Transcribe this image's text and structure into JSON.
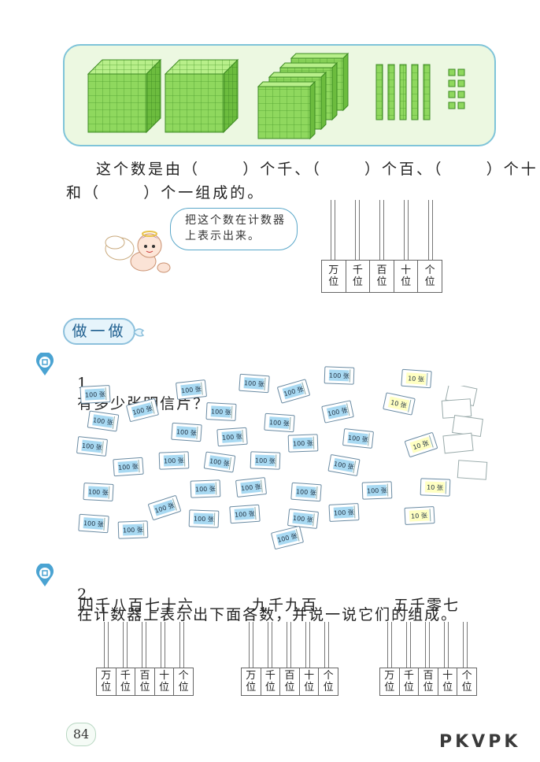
{
  "intro": {
    "sentence_line1": "这个数是由（      ）个千、（      ）个百、（      ）个十",
    "sentence_line2": "和（      ）个一组成的。"
  },
  "bubble": {
    "text": "把这个数在计数器上表示出来。"
  },
  "counter": {
    "places": [
      {
        "top": "万",
        "bottom": "位"
      },
      {
        "top": "千",
        "bottom": "位"
      },
      {
        "top": "百",
        "bottom": "位"
      },
      {
        "top": "十",
        "bottom": "位"
      },
      {
        "top": "个",
        "bottom": "位"
      }
    ]
  },
  "do_it": {
    "title": "做一做"
  },
  "q1": {
    "number": "1.",
    "text": "有多少张明信片？",
    "bundle_100": "100 张",
    "bundle_10": "10 张"
  },
  "q2": {
    "number": "2.",
    "text": "在计数器上表示出下面各数，并说一说它们的组成。",
    "numbers": [
      "四千八百七十六",
      "九千九百",
      "五千零七"
    ]
  },
  "page_number": "84",
  "watermark": "PKVPK",
  "colors": {
    "cube_green": "#8ed85a",
    "panel_bg": "#ecf8e1",
    "accent_blue": "#4aa3d2"
  }
}
